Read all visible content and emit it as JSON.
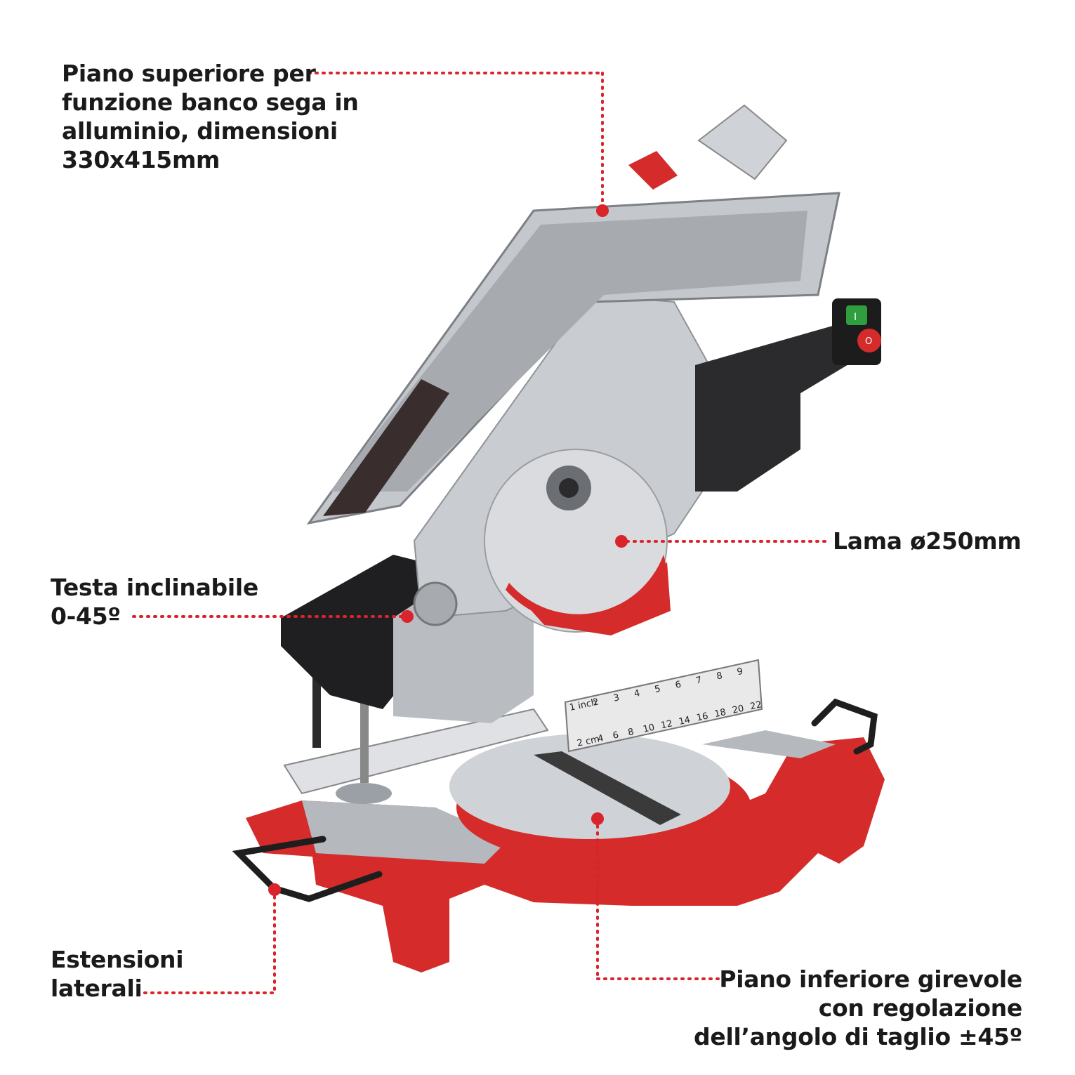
{
  "colors": {
    "accent": "#d9242b",
    "text": "#1a1a1a",
    "base_red": "#d52b2b",
    "metal": "#c9ccd0",
    "dark": "#2b2b2d"
  },
  "callouts": {
    "top_table": {
      "lines": [
        "Piano superiore per",
        "funzione banco sega in",
        "alluminio, dimensioni",
        "330x415mm"
      ]
    },
    "blade": {
      "lines": [
        "Lama ø250mm"
      ]
    },
    "tilt_head": {
      "lines": [
        "Testa inclinabile",
        "0-45º"
      ]
    },
    "extensions": {
      "lines": [
        "Estensioni",
        "laterali"
      ]
    },
    "turntable": {
      "lines": [
        "Piano inferiore girevole",
        "con regolazione",
        "dell’angolo di taglio ±45º"
      ]
    }
  },
  "product": {
    "ruler_top": [
      "1 inch",
      "2",
      "3",
      "4",
      "5",
      "6",
      "7",
      "8",
      "9"
    ],
    "ruler_bottom": [
      "2 cm",
      "4",
      "6",
      "8",
      "10",
      "12",
      "14",
      "16",
      "18",
      "20",
      "22"
    ],
    "switch_on": "I",
    "switch_off": "O"
  }
}
